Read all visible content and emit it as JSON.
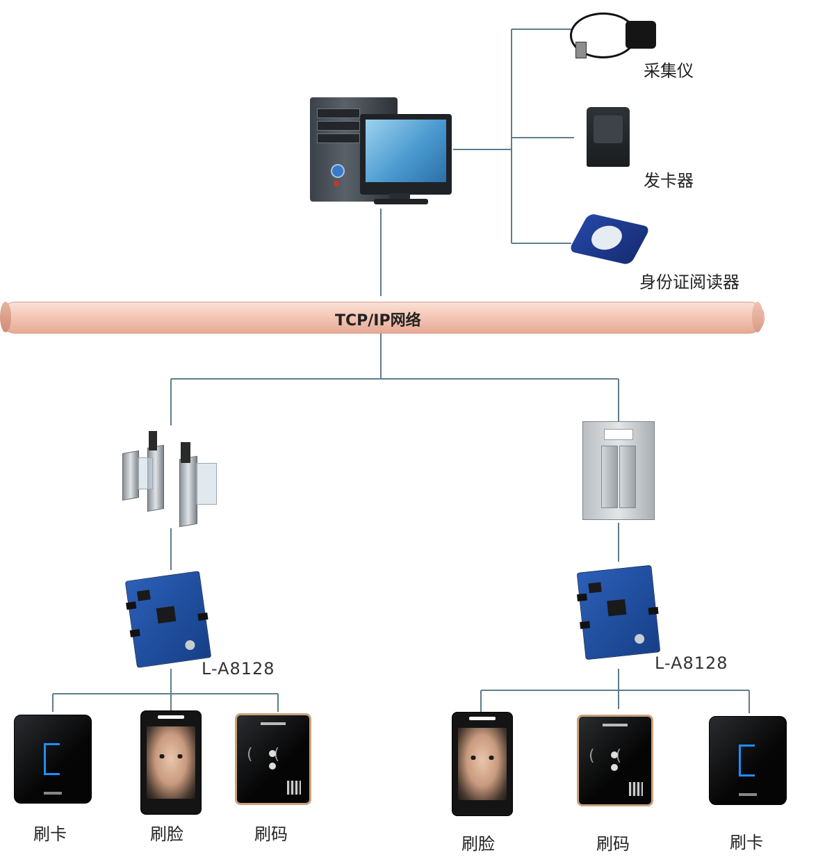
{
  "network": {
    "label": "TCP/IP网络"
  },
  "server": {
    "peripherals": [
      {
        "icon": "usb-camera-icon",
        "label": "采集仪"
      },
      {
        "icon": "card-issuer-icon",
        "label": "发卡器"
      },
      {
        "icon": "id-card-reader-icon",
        "label": "身份证阅读器"
      }
    ]
  },
  "branches": [
    {
      "device_icon": "turnstile-gate-icon",
      "controller": {
        "model": "L-A8128"
      },
      "terminals": [
        {
          "icon": "card-reader-icon",
          "label": "刷卡"
        },
        {
          "icon": "face-terminal-icon",
          "label": "刷脸"
        },
        {
          "icon": "qr-reader-icon",
          "label": "刷码"
        }
      ]
    },
    {
      "device_icon": "elevator-icon",
      "controller": {
        "model": "L-A8128"
      },
      "terminals": [
        {
          "icon": "face-terminal-icon",
          "label": "刷脸"
        },
        {
          "icon": "qr-reader-icon",
          "label": "刷码"
        },
        {
          "icon": "card-reader-icon",
          "label": "刷卡"
        }
      ]
    }
  ],
  "colors": {
    "wire": "#5d7d8a",
    "pipe": "#f5c8b8",
    "accent": "#1e8fff"
  }
}
